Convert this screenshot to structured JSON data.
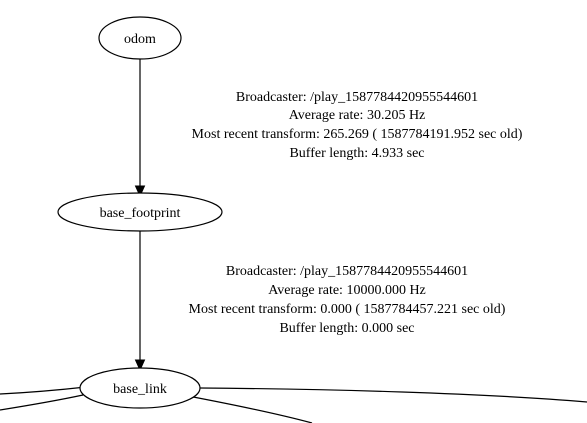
{
  "graph": {
    "nodes": {
      "odom": {
        "label": "odom"
      },
      "base_footprint": {
        "label": "base_footprint"
      },
      "base_link": {
        "label": "base_link"
      }
    },
    "edges": {
      "odom_to_base_footprint": {
        "broadcaster": "Broadcaster: /play_1587784420955544601",
        "average_rate": "Average rate: 30.205 Hz",
        "most_recent_transform": "Most recent transform: 265.269 ( 1587784191.952 sec old)",
        "buffer_length": "Buffer length: 4.933 sec"
      },
      "base_footprint_to_base_link": {
        "broadcaster": "Broadcaster: /play_1587784420955544601",
        "average_rate": "Average rate: 10000.000 Hz",
        "most_recent_transform": "Most recent transform: 0.000 ( 1587784457.221 sec old)",
        "buffer_length": "Buffer length: 0.000 sec"
      }
    }
  }
}
